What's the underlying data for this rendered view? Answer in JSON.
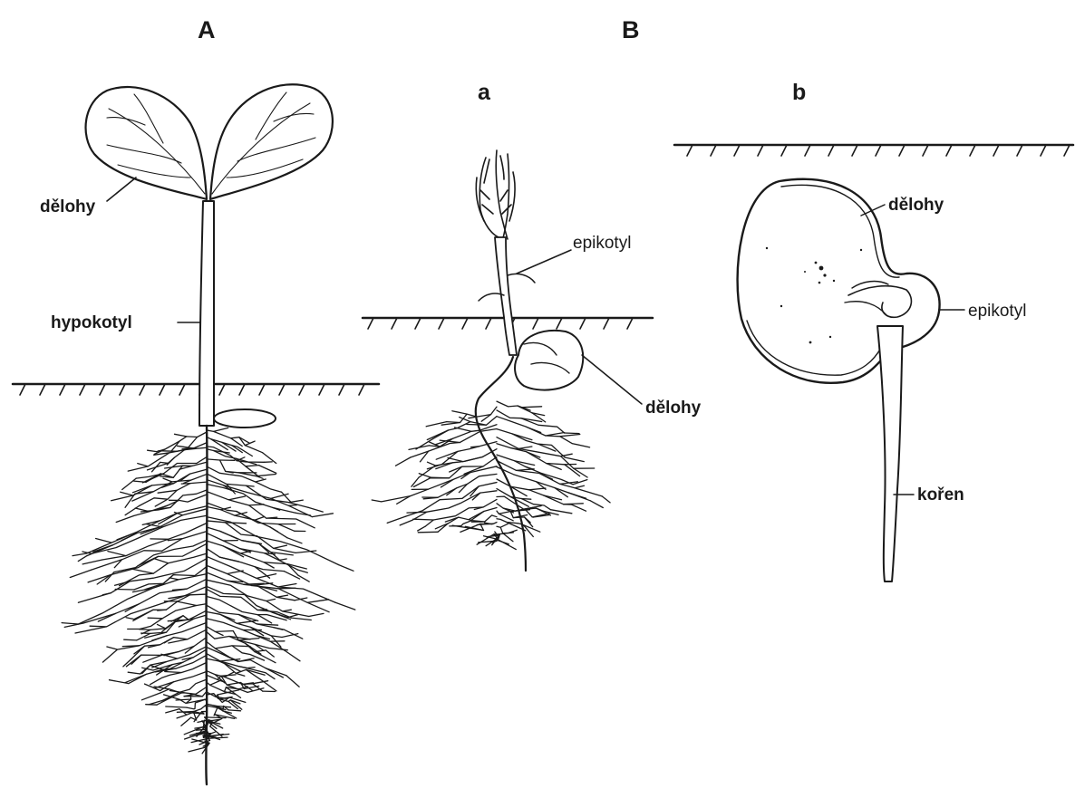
{
  "panels": {
    "A": {
      "letter": "A",
      "labels": {
        "cotyledons": "dělohy",
        "hypocotyl": "hypokotyl"
      }
    },
    "B": {
      "letter": "B",
      "a": {
        "letter": "a",
        "labels": {
          "epicotyl": "epikotyl",
          "cotyledons": "dělohy"
        }
      },
      "b": {
        "letter": "b",
        "labels": {
          "cotyledons": "dělohy",
          "epicotyl": "epikotyl",
          "root": "kořen"
        }
      }
    }
  }
}
